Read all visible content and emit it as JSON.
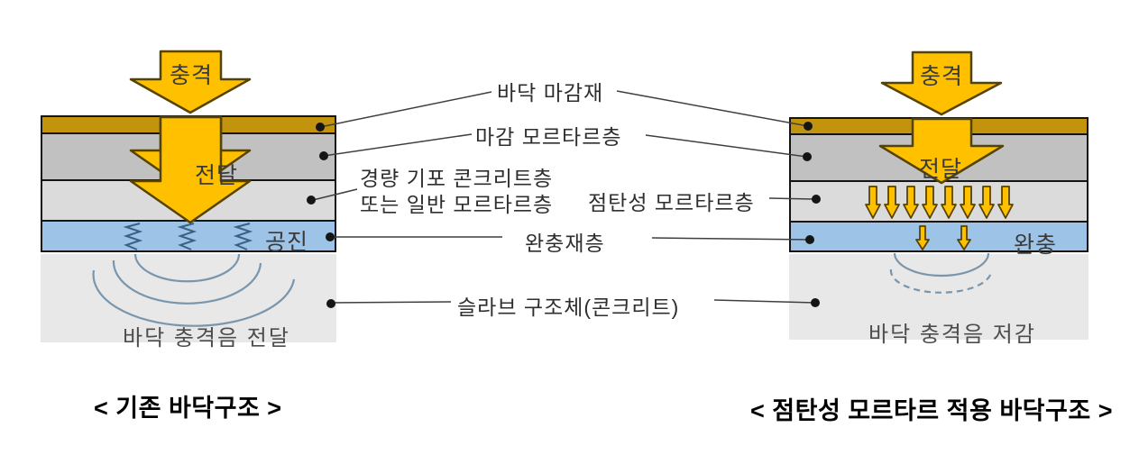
{
  "left_structure": {
    "impact": "충격",
    "transfer": "전달",
    "resonance": "공진",
    "slab_note": "바닥 충격음 전달",
    "caption": "< 기존 바닥구조 >"
  },
  "right_structure": {
    "impact": "충격",
    "transfer": "전달",
    "buffer": "완충",
    "slab_note": "바닥 충격음 저감",
    "caption": "< 점탄성 모르타르 적용 바닥구조 >"
  },
  "layer_labels": {
    "floor_finish": "바닥 마감재",
    "finish_mortar": "마감 모르타르층",
    "lightweight_concrete_line1": "경량 기포 콘크리트층",
    "lightweight_concrete_line2": "또는 일반 모르타르층",
    "viscoelastic_mortar": "점탄성 모르타르층",
    "cushion_layer": "완충재층",
    "slab_structure": "슬라브 구조체(콘크리트)"
  },
  "colors": {
    "floor_finish": "#c2940e",
    "finish_mortar": "#c1c1c1",
    "lightweight_concrete": "#dbdbdb",
    "cushion": "#9dc3e6",
    "slab": "#e8e8e8",
    "arrow_fill": "#ffc000",
    "arrow_outline": "#574300",
    "wave": "#7a96ac",
    "spring": "#3a6088",
    "leader_line": "#3f3f3f",
    "text_dark": "#2e2e2e",
    "text_mid": "#4d4d4d"
  }
}
